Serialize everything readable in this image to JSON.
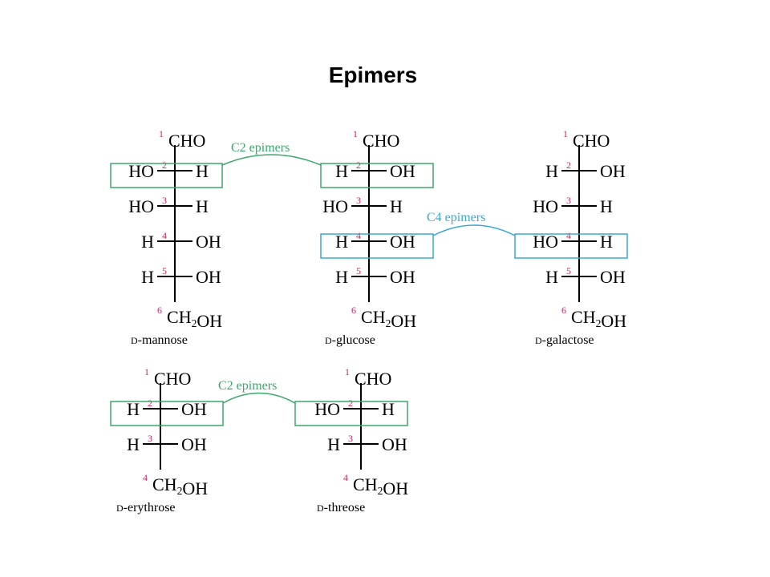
{
  "title": "Epimers",
  "colors": {
    "c2": "#3aa86b",
    "c4": "#39a8d6",
    "number": "#d81b60",
    "text": "#000000"
  },
  "labels": {
    "c2_top": "C2 epimers",
    "c4": "C4 epimers",
    "c2_bottom": "C2 epimers"
  },
  "molecules": [
    {
      "id": "mannose",
      "top": {
        "num": "1",
        "text": "CHO"
      },
      "rows": [
        {
          "num": "2",
          "left": "HO",
          "right": "H"
        },
        {
          "num": "3",
          "left": "HO",
          "right": "H"
        },
        {
          "num": "4",
          "left": "H",
          "right": "OH"
        },
        {
          "num": "5",
          "left": "H",
          "right": "OH"
        }
      ],
      "bottom": {
        "num": "6",
        "text": "CH2OH"
      },
      "name_prefix": "D",
      "name_rest": "-mannose"
    },
    {
      "id": "glucose",
      "top": {
        "num": "1",
        "text": "CHO"
      },
      "rows": [
        {
          "num": "2",
          "left": "H",
          "right": "OH"
        },
        {
          "num": "3",
          "left": "HO",
          "right": "H"
        },
        {
          "num": "4",
          "left": "H",
          "right": "OH"
        },
        {
          "num": "5",
          "left": "H",
          "right": "OH"
        }
      ],
      "bottom": {
        "num": "6",
        "text": "CH2OH"
      },
      "name_prefix": "D",
      "name_rest": "-glucose"
    },
    {
      "id": "galactose",
      "top": {
        "num": "1",
        "text": "CHO"
      },
      "rows": [
        {
          "num": "2",
          "left": "H",
          "right": "OH"
        },
        {
          "num": "3",
          "left": "HO",
          "right": "H"
        },
        {
          "num": "4",
          "left": "HO",
          "right": "H"
        },
        {
          "num": "5",
          "left": "H",
          "right": "OH"
        }
      ],
      "bottom": {
        "num": "6",
        "text": "CH2OH"
      },
      "name_prefix": "D",
      "name_rest": "-galactose"
    },
    {
      "id": "erythrose",
      "top": {
        "num": "1",
        "text": "CHO"
      },
      "rows": [
        {
          "num": "2",
          "left": "H",
          "right": "OH"
        },
        {
          "num": "3",
          "left": "H",
          "right": "OH"
        }
      ],
      "bottom": {
        "num": "4",
        "text": "CH2OH"
      },
      "name_prefix": "D",
      "name_rest": "-erythrose"
    },
    {
      "id": "threose",
      "top": {
        "num": "1",
        "text": "CHO"
      },
      "rows": [
        {
          "num": "2",
          "left": "HO",
          "right": "H"
        },
        {
          "num": "3",
          "left": "H",
          "right": "OH"
        }
      ],
      "bottom": {
        "num": "4",
        "text": "CH2OH"
      },
      "name_prefix": "D",
      "name_rest": "-threose"
    }
  ]
}
